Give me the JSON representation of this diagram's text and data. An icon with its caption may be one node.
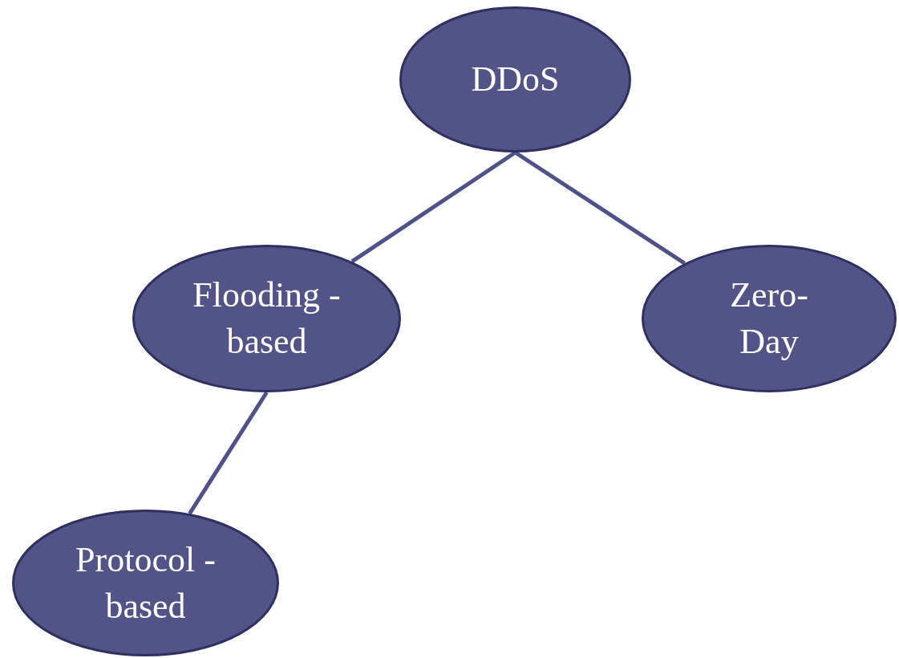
{
  "diagram": {
    "nodes": [
      {
        "text": [
          "DDoS"
        ]
      },
      {
        "text": [
          "Flooding -based"
        ]
      },
      {
        "text": [
          "Zero- Day"
        ]
      },
      {
        "text": [
          "Protocol -based"
        ]
      }
    ],
    "edges": [
      {
        "from": 0,
        "to": 1,
        "arrow": "none"
      },
      {
        "from": 0,
        "to": 2,
        "arrow": "none"
      },
      {
        "from": 1,
        "to": 3,
        "arrow": "none"
      }
    ]
  }
}
